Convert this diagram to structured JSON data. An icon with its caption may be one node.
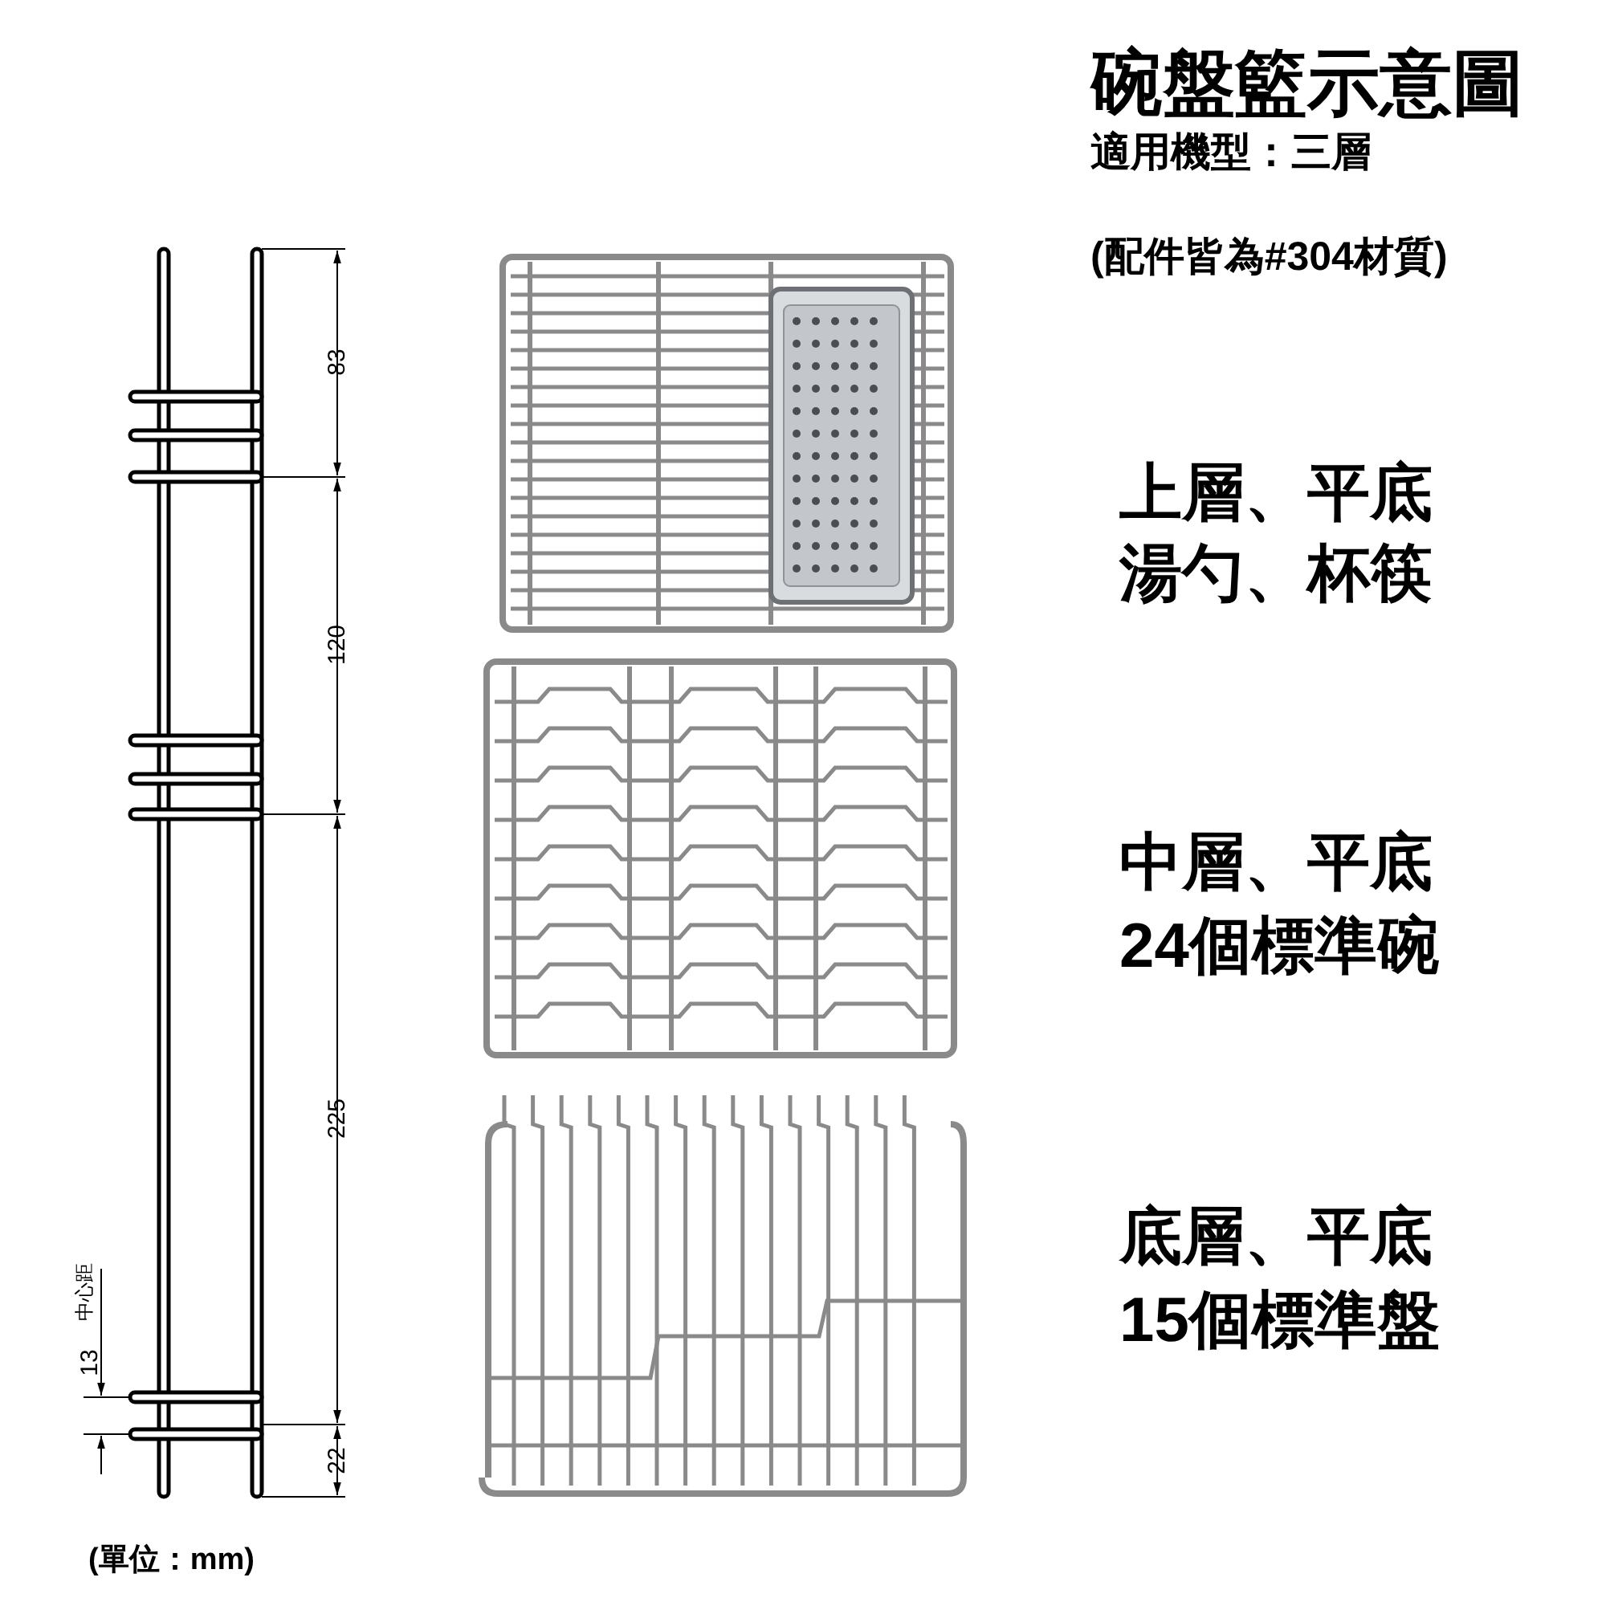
{
  "diagram": {
    "title": "碗盤籃示意圖",
    "labels": [
      "適用機型：三層",
      "(配件皆為#304材質)",
      "上層、平底",
      "湯勺、杯筷",
      "中層、平底",
      "24個標準碗",
      "底層、平底",
      "15個標準盤",
      "83",
      "120",
      "225",
      "22",
      "13",
      "中心距",
      "(單位：mm)"
    ]
  }
}
